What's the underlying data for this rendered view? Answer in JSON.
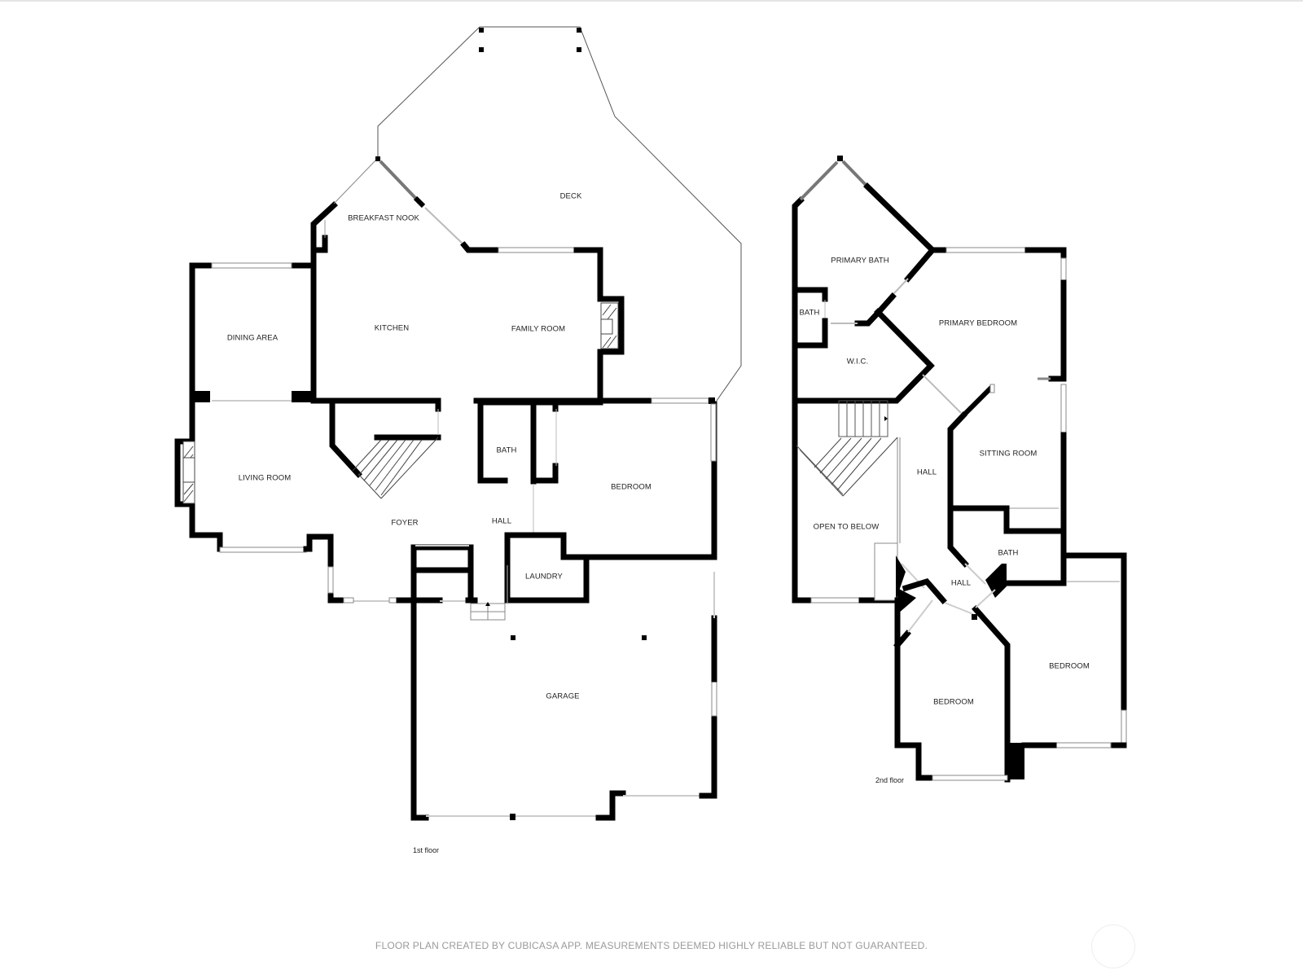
{
  "floor_plan": {
    "floors": [
      {
        "label": "1st floor",
        "rooms": [
          {
            "name": "DECK"
          },
          {
            "name": "BREAKFAST NOOK"
          },
          {
            "name": "DINING AREA"
          },
          {
            "name": "KITCHEN"
          },
          {
            "name": "FAMILY ROOM"
          },
          {
            "name": "LIVING ROOM"
          },
          {
            "name": "BATH"
          },
          {
            "name": "BEDROOM"
          },
          {
            "name": "FOYER"
          },
          {
            "name": "HALL"
          },
          {
            "name": "LAUNDRY"
          },
          {
            "name": "GARAGE"
          }
        ]
      },
      {
        "label": "2nd floor",
        "rooms": [
          {
            "name": "PRIMARY BATH"
          },
          {
            "name": "BATH"
          },
          {
            "name": "PRIMARY BEDROOM"
          },
          {
            "name": "W.I.C."
          },
          {
            "name": "SITTING ROOM"
          },
          {
            "name": "HALL"
          },
          {
            "name": "OPEN TO BELOW"
          },
          {
            "name": "BATH"
          },
          {
            "name": "HALL"
          },
          {
            "name": "BEDROOM"
          },
          {
            "name": "BEDROOM"
          }
        ]
      }
    ],
    "footer": "FLOOR PLAN CREATED BY CUBICASA APP. MEASUREMENTS DEEMED HIGHLY RELIABLE BUT NOT GUARANTEED.",
    "colors": {
      "wall": "#000000",
      "background": "#ffffff",
      "footer_text": "#9a9a9a"
    }
  }
}
